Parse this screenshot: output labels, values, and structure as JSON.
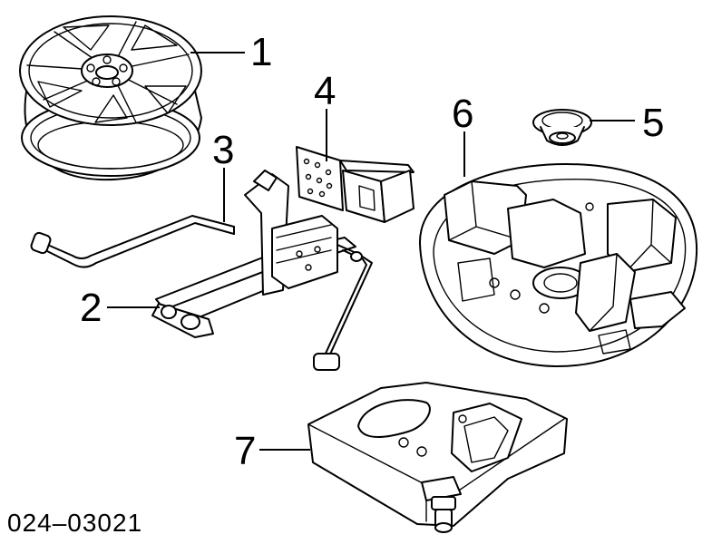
{
  "diagram": {
    "code": "024–03021",
    "callouts": [
      {
        "label": "1",
        "part": "spare-wheel"
      },
      {
        "label": "2",
        "part": "jack"
      },
      {
        "label": "3",
        "part": "jack-handle"
      },
      {
        "label": "4",
        "part": "jack-bracket"
      },
      {
        "label": "5",
        "part": "wing-nut"
      },
      {
        "label": "6",
        "part": "spare-wheel-well-foam-tray"
      },
      {
        "label": "7",
        "part": "tool-storage-foam-block"
      }
    ]
  }
}
